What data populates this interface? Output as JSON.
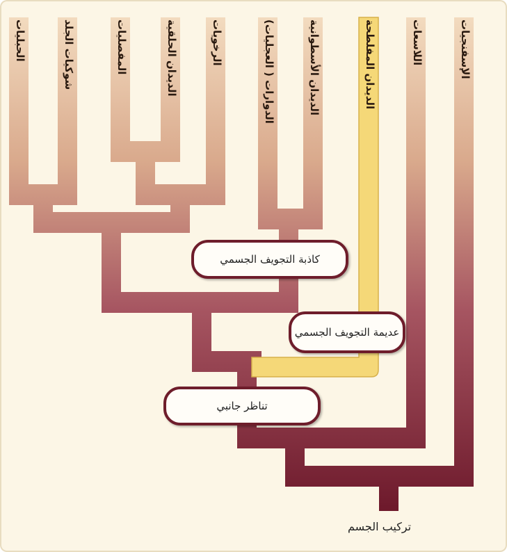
{
  "taxa": [
    "الحبليات",
    "شوكيات الجلد",
    "المفصليات",
    "الديدان الحلقية",
    "الرخويات",
    "الدوارات ( العجليات)",
    "الديدان الأسطوانية",
    "الديدان المفلطحة",
    "اللاسعات",
    "الإسفنجيات"
  ],
  "nodes": {
    "pseudocoelomate": "كاذبة التجويف الجسمي",
    "acoelomate": "عديمة التجويف الجسمي",
    "bilateral": "تناظر جانبي",
    "root": "تركيب الجسم"
  },
  "colors": {
    "top": "#ecc7a4",
    "bottom": "#6e1a2c",
    "highlight": "#f5d878",
    "background": "#fcf6e6"
  }
}
